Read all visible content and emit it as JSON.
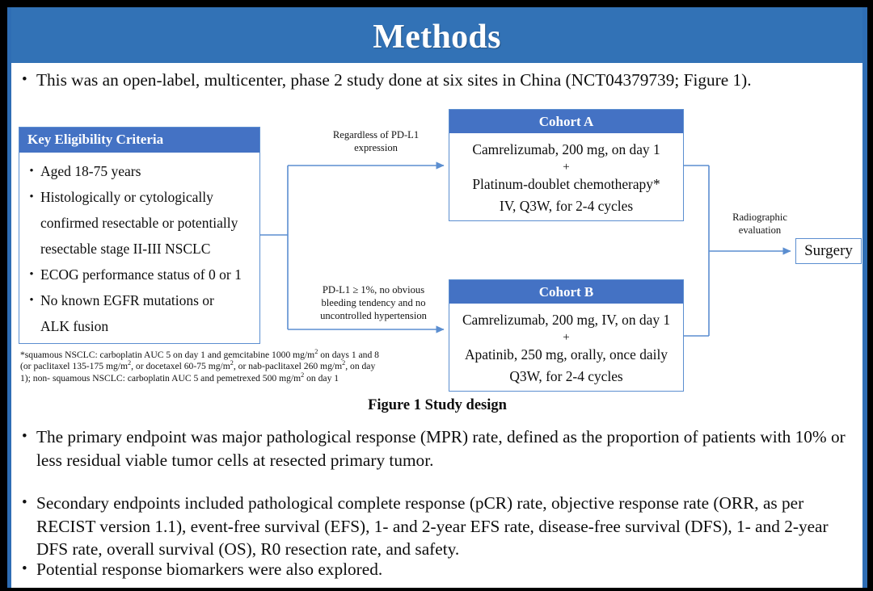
{
  "slide": {
    "title": "Methods",
    "colors": {
      "title_band": "#3272b6",
      "box_header": "#4472c4",
      "connector": "#5b8ed0",
      "edge_bar": "#2e6db4",
      "frame": "#000000"
    }
  },
  "lead_bullet": {
    "marker": "•",
    "text": "This was an open-label, multicenter, phase 2 study done at six sites in China (NCT04379739; Figure 1)."
  },
  "figure": {
    "caption": "Figure 1 Study design",
    "eligibility": {
      "header": "Key  Eligibility Criteria",
      "marker": "•",
      "items": [
        "Aged 18-75 years",
        "Histologically or cytologically",
        "confirmed resectable or potentially",
        "resectable stage II-III  NSCLC",
        "ECOG performance status of 0 or 1",
        "No known EGFR mutations or",
        "ALK fusion"
      ],
      "bulleted_flags": [
        true,
        true,
        false,
        false,
        true,
        true,
        false
      ]
    },
    "footnote": {
      "line1_a": "*squamous NSCLC: carboplatin AUC 5 on day 1 and gemcitabine 1000 mg/m",
      "line1_sup": "2",
      "line1_b": " on days 1 and 8 (or",
      "line2_a": "paclitaxel 135-175  mg/m",
      "line2_sup1": "2",
      "line2_b": ", or docetaxel 60-75 mg/m",
      "line2_sup2": "2",
      "line2_c": ", or nab-paclitaxel 260 mg/m",
      "line2_sup3": "2",
      "line2_d": ", on day 1); non-",
      "line3_a": "squamous NSCLC: carboplatin AUC 5 and pemetrexed 500 mg/m",
      "line3_sup": "2",
      "line3_b": " on day 1"
    },
    "cohort_a": {
      "header": "Cohort A",
      "line1": "Camrelizumab, 200 mg, on day 1",
      "plus": "+",
      "line2": "Platinum-doublet chemotherapy*",
      "line3": "IV, Q3W, for 2-4 cycles"
    },
    "cohort_b": {
      "header": "Cohort B",
      "line1": "Camrelizumab, 200 mg, IV, on day 1",
      "plus": "+",
      "line2": "Apatinib, 250 mg, orally, once daily",
      "line3": "Q3W, for 2-4 cycles"
    },
    "labels": {
      "top_branch_line1": "Regardless  of PD-L1",
      "top_branch_line2": "expression",
      "bottom_branch_line1": "PD-L1 ≥ 1%, no obvious",
      "bottom_branch_line2": "bleeding tendency and no",
      "bottom_branch_line3": "uncontrolled  hypertension",
      "radiographic_line1": "Radiographic",
      "radiographic_line2": "evaluation"
    },
    "surgery": {
      "label": "Surgery"
    }
  },
  "bullets": [
    {
      "marker": "•",
      "line1": "The primary endpoint was major pathological response (MPR) rate, defined as the proportion of patients",
      "line2": "with 10% or less residual viable tumor cells at resected primary tumor."
    },
    {
      "marker": "•",
      "line1": "Secondary endpoints included pathological complete response (pCR) rate, objective  response rate (ORR, as",
      "line2": "per RECIST version 1.1), event-free survival (EFS), 1- and 2-year EFS rate, disease-free survival (DFS), 1-",
      "line3": "and 2-year DFS rate, overall survival (OS), R0 resection rate, and safety."
    },
    {
      "marker": "•",
      "line1": "Potential response biomarkers were also explored."
    }
  ]
}
